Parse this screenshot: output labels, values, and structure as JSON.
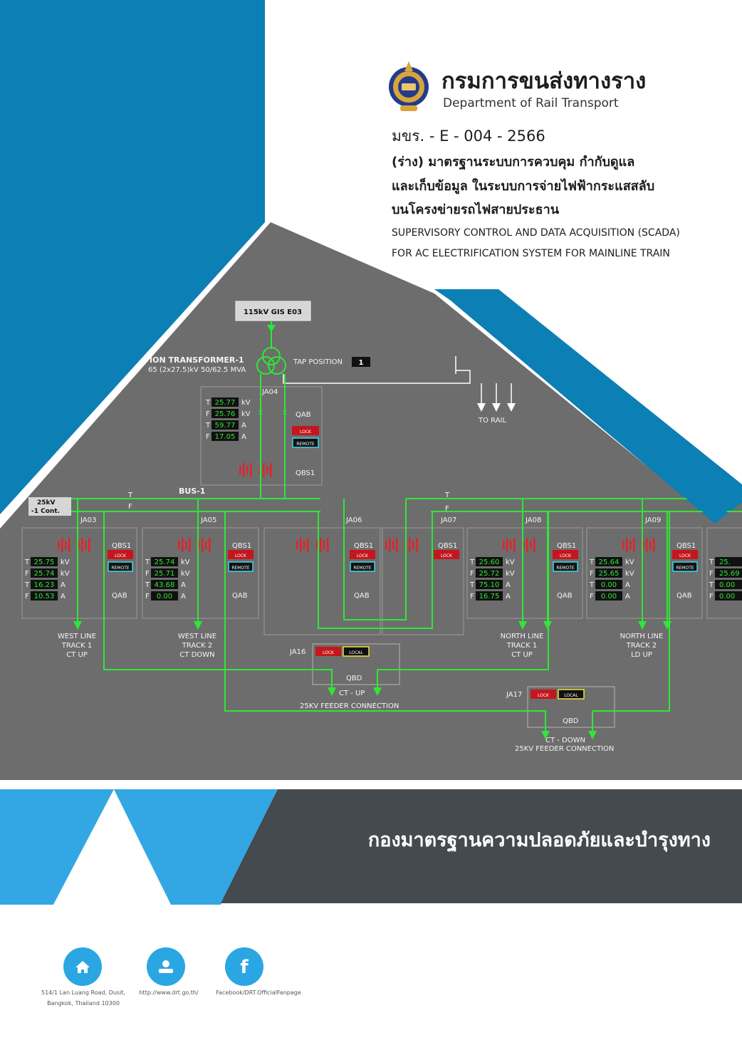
{
  "header": {
    "org_name_th": "กรมการขนส่งทางราง",
    "org_name_en": "Department of Rail Transport",
    "doc_code": "มขร. - E - 004 - 2566",
    "title_th_line1": "(ร่าง) มาตรฐานระบบการควบคุม กำกับดูแล",
    "title_th_line2": "และเก็บข้อมูล ในระบบการจ่ายไฟฟ้ากระแสสลับ",
    "title_th_line3": "บนโครงข่ายรถไฟสายประธาน",
    "title_en_line1": "SUPERVISORY CONTROL AND DATA ACQUISITION (SCADA)",
    "title_en_line2": "FOR AC ELECTRIFICATION SYSTEM FOR MAINLINE TRAIN"
  },
  "diagram": {
    "gis_label": "115kV GIS E03",
    "transformer_label": "ION TRANSFORMER-1",
    "transformer_rating": "65 (2x27.5)kV 50/62.5 MVA",
    "tap_label": "TAP POSITION",
    "tap_value": "1",
    "to_rail": "TO RAIL",
    "bus_label": "BUS-1",
    "bus_t": "T",
    "bus_f": "F",
    "left_box": [
      "25kV",
      "-1 Cont."
    ],
    "ja04": {
      "name": "JA04",
      "rows": [
        [
          "T",
          "25.77",
          "kV"
        ],
        [
          "F",
          "25.76",
          "kV"
        ],
        [
          "T",
          "59.77",
          "A"
        ],
        [
          "F",
          "17.05",
          "A"
        ]
      ],
      "qab": "QAB",
      "qbs": "QBS1"
    },
    "bays": [
      {
        "name": "JA03",
        "rows": [
          [
            "T",
            "25.75",
            "kV"
          ],
          [
            "F",
            "25.74",
            "kV"
          ],
          [
            "T",
            "16.23",
            "A"
          ],
          [
            "F",
            "10.53",
            "A"
          ]
        ],
        "qbs": "QBS1",
        "qab": "QAB",
        "feeder": [
          "WEST LINE",
          "TRACK 1",
          "CT UP"
        ]
      },
      {
        "name": "JA05",
        "rows": [
          [
            "T",
            "25.74",
            "kV"
          ],
          [
            "F",
            "25.71",
            "kV"
          ],
          [
            "T",
            "43.68",
            "A"
          ],
          [
            "F",
            "0.00",
            "A"
          ]
        ],
        "qbs": "QBS1",
        "qab": "QAB",
        "feeder": [
          "WEST LINE",
          "TRACK 2",
          "CT DOWN"
        ]
      },
      {
        "name": "JA06",
        "qbs": "QBS1",
        "qab": "QAB"
      },
      {
        "name": "JA07",
        "qbs": "QBS1"
      },
      {
        "name": "JA08",
        "rows": [
          [
            "T",
            "25.60",
            "kV"
          ],
          [
            "F",
            "25.72",
            "kV"
          ],
          [
            "T",
            "75.10",
            "A"
          ],
          [
            "F",
            "16.75",
            "A"
          ]
        ],
        "qbs": "QBS1",
        "qab": "QAB",
        "feeder": [
          "NORTH LINE",
          "TRACK 1",
          "CT UP"
        ]
      },
      {
        "name": "JA09",
        "rows": [
          [
            "T",
            "25.64",
            "kV"
          ],
          [
            "F",
            "25.65",
            "kV"
          ],
          [
            "T",
            "0.00",
            "A"
          ],
          [
            "F",
            "0.00",
            "A"
          ]
        ],
        "qbs": "QBS1",
        "qab": "QAB",
        "feeder": [
          "NORTH LINE",
          "TRACK 2",
          "LD UP"
        ]
      }
    ],
    "edge_bay_rows": [
      [
        "T",
        "25."
      ],
      [
        "F",
        "25.69"
      ],
      [
        "T",
        "0.00"
      ],
      [
        "F",
        "0.00"
      ]
    ],
    "lock": "LOCK",
    "remote": "REMOTE",
    "local": "LOCAL",
    "ja16": {
      "name": "JA16",
      "qbd": "QBD",
      "ct": "CT - UP",
      "feeder": "25KV FEEDER CONNECTION"
    },
    "ja17": {
      "name": "JA17",
      "qbd": "QBD",
      "ct": "CT - DOWN",
      "feeder": "25KV FEEDER CONNECTION"
    }
  },
  "footer": {
    "department_th": "กองมาตรฐานความปลอดภัยและบำรุงทาง",
    "address_line1": "514/1 Lan Luang Road, Dusit,",
    "address_line2": "Bangkok, Thailand 10300",
    "website": "http://www.drt.go.th/",
    "facebook": "Facebook/DRT.OfficialFanpage"
  },
  "colors": {
    "blue": "#0c7fb5",
    "light_blue": "#33a7e3",
    "gray": "#6d6d6d",
    "dark": "#454a4f",
    "green": "#2ee835",
    "red": "#c5161d"
  }
}
